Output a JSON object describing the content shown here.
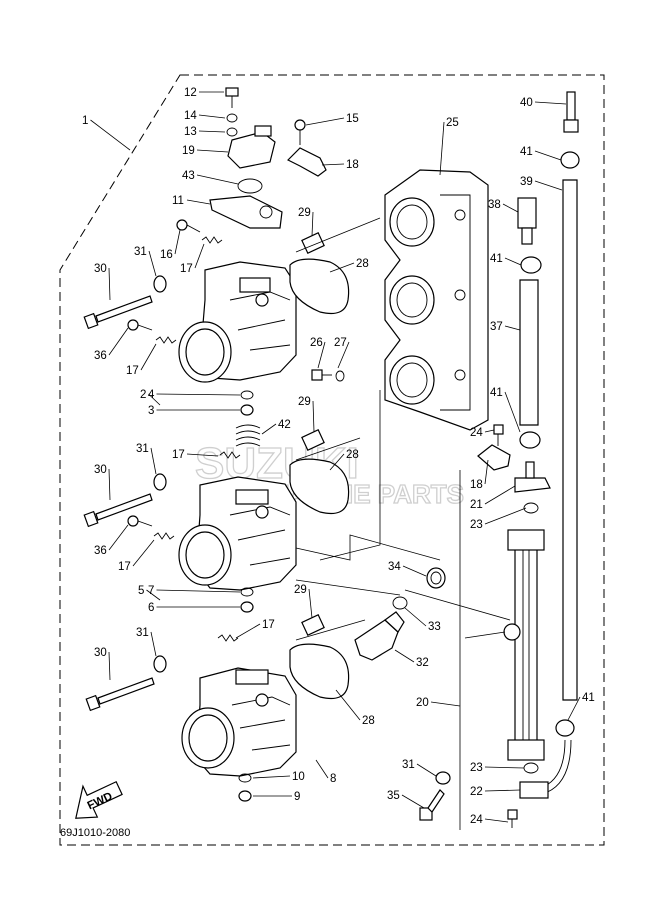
{
  "diagram_code": "69J1010-2080",
  "fwd_label": "FWD",
  "watermark": {
    "line1": "SUZUKI",
    "line2": "MARINE PARTS"
  },
  "callouts": [
    "1",
    "2",
    "3",
    "4",
    "5",
    "6",
    "7",
    "8",
    "9",
    "10",
    "11",
    "12",
    "13",
    "14",
    "15",
    "16",
    "17",
    "17",
    "17",
    "17",
    "17",
    "18",
    "18",
    "19",
    "20",
    "21",
    "22",
    "23",
    "23",
    "24",
    "24",
    "25",
    "26",
    "27",
    "28",
    "28",
    "28",
    "29",
    "29",
    "29",
    "30",
    "30",
    "30",
    "31",
    "31",
    "31",
    "31",
    "32",
    "33",
    "34",
    "35",
    "36",
    "36",
    "37",
    "38",
    "39",
    "40",
    "41",
    "41",
    "41",
    "41",
    "42",
    "43"
  ]
}
